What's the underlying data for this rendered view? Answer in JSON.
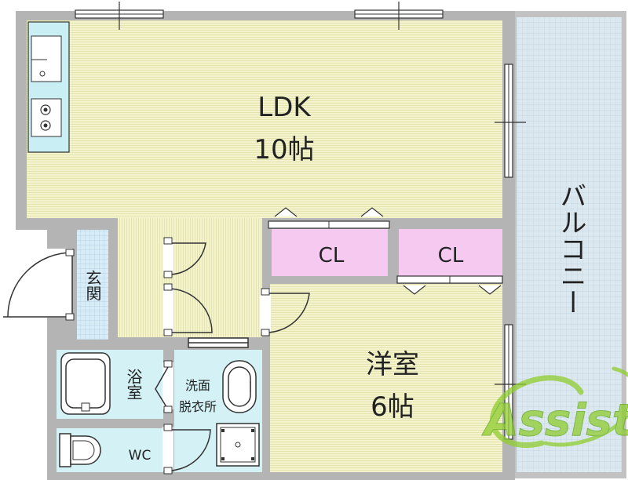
{
  "rooms": {
    "ldk": {
      "name": "LDK",
      "size": "10帖"
    },
    "western": {
      "name": "洋室",
      "size": "6帖"
    },
    "closet_1": "CL",
    "closet_2": "CL",
    "balcony": "バルコニー",
    "entrance": "玄関",
    "bath": "浴室",
    "washroom_line1": "洗面",
    "washroom_line2": "脱衣所",
    "toilet": "WC"
  },
  "watermark": {
    "text": "Assist"
  },
  "colors": {
    "ldk_floor": "#f4f4cc",
    "western_floor": "#f4f4cc",
    "closet_floor": "#f6c9f0",
    "balcony_floor": "#dce8ef",
    "wet_area_floor": "#d4f2f6",
    "wall": "#b4b4b4",
    "watermark_green": "#8fcd2e"
  },
  "icons": [
    "sink-icon",
    "stove-icon",
    "bathtub-icon",
    "toilet-icon",
    "washbasin-icon",
    "washing-machine-pan-icon",
    "door-swing-icon",
    "window-icon"
  ]
}
